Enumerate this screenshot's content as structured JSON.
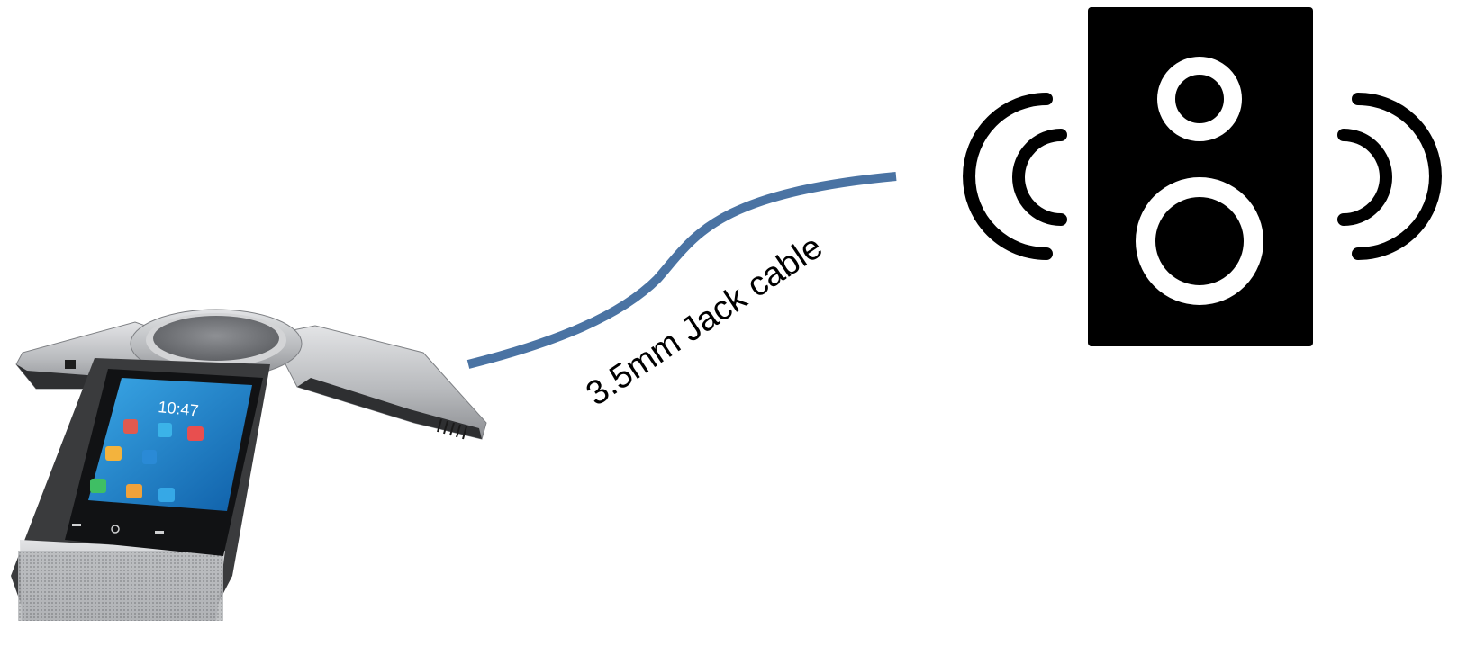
{
  "diagram": {
    "cable_label": "3.5mm Jack cable",
    "nodes": [
      {
        "name": "conference-phone",
        "icon": "conference-phone-icon"
      },
      {
        "name": "speaker",
        "icon": "speaker-icon"
      }
    ],
    "phone_screen": {
      "clock": "10:47"
    }
  },
  "colors": {
    "cable": "#4a73a3",
    "speaker_body": "#000000",
    "speaker_cones": "#ffffff",
    "phone_silver": "#c9cacc",
    "phone_dark": "#2b2b2b",
    "screen": "#1f8fd6"
  }
}
